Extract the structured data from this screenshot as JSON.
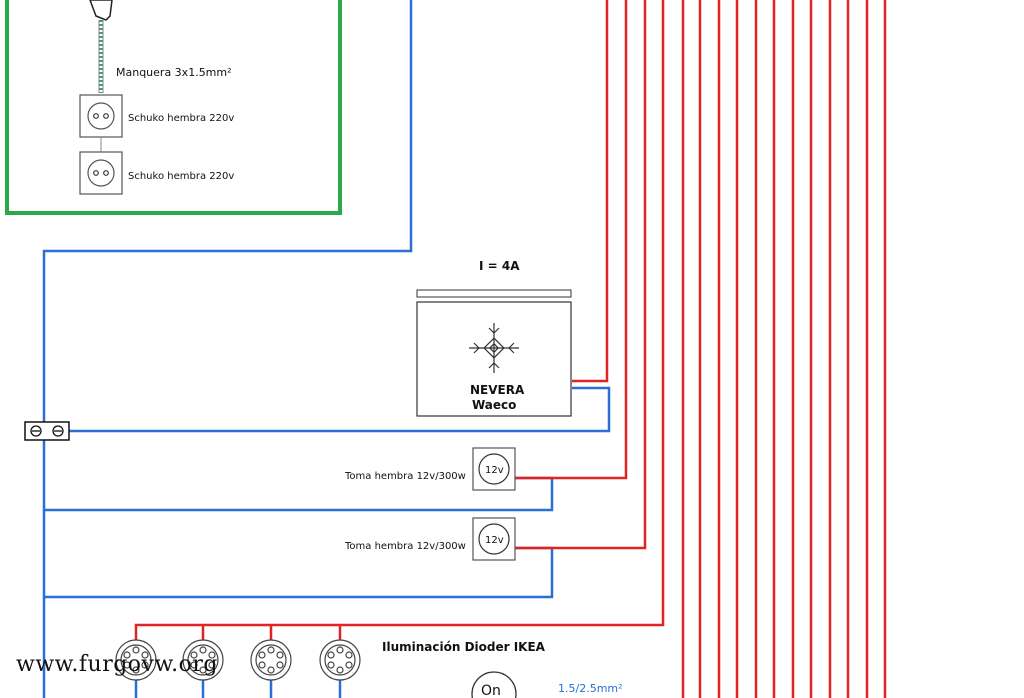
{
  "labels": {
    "manguera": "Manquera 3x1.5mm²",
    "schuko_1": "Schuko hembra 220v",
    "schuko_2": "Schuko hembra 220v",
    "current": "I = 4A",
    "fridge_name": "NEVERA",
    "fridge_brand": "Waeco",
    "socket_1_label": "Toma hembra 12v/300w",
    "socket_1_badge": "12v",
    "socket_2_label": "Toma hembra 12v/300w",
    "socket_2_badge": "12v",
    "lighting": "Iluminación Dioder IKEA",
    "on_switch": "On",
    "wire_gauge": "1.5/2.5mm²",
    "watermark": "www.furgovw.org"
  },
  "colors": {
    "positive_wire": "#e32222",
    "negative_wire": "#2b6fd6",
    "ac_panel_border": "#2aa84a",
    "ac_cable": "#3a9a8a"
  },
  "icons": {
    "fridge": "snowflake-icon",
    "sockets": "outlet-icon",
    "lights": "led-puck-icon"
  }
}
